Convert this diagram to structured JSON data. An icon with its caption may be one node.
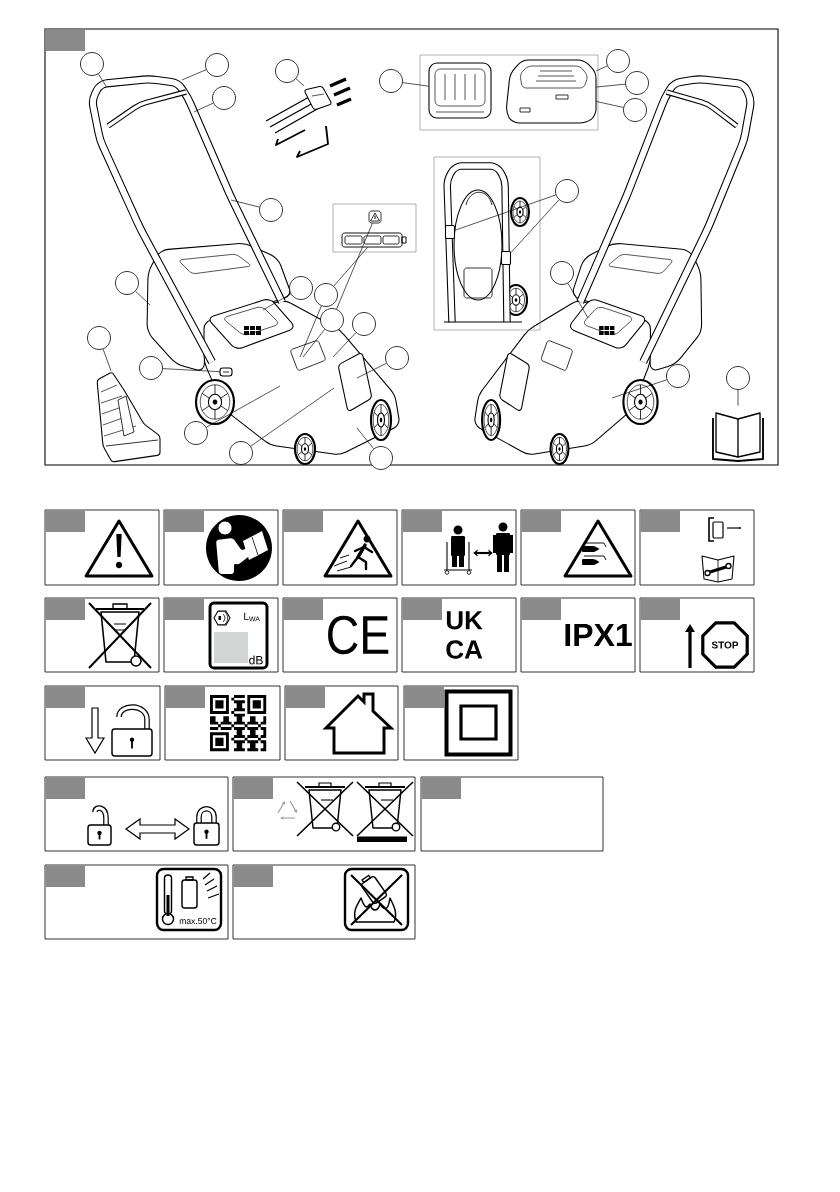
{
  "diagram": {
    "nodes": [
      {
        "text": [],
        "shape": "circle"
      },
      {
        "text": [],
        "shape": "circle"
      },
      {
        "text": [],
        "shape": "circle"
      },
      {
        "text": [],
        "shape": "circle"
      },
      {
        "text": [],
        "shape": "picture"
      },
      {
        "text": [],
        "shape": "picture"
      },
      {
        "text": [],
        "shape": "circle"
      },
      {
        "text": [],
        "shape": "circle"
      },
      {
        "text": [],
        "shape": "circle"
      },
      {
        "text": [],
        "shape": "circle"
      },
      {
        "text": [],
        "shape": "circle"
      },
      {
        "text": [],
        "shape": "circle"
      },
      {
        "text": [],
        "shape": "picture"
      },
      {
        "text": [],
        "shape": "box"
      },
      {
        "text": [],
        "shape": "picture"
      },
      {
        "text": [],
        "shape": "box"
      },
      {
        "text": [],
        "shape": "circle"
      },
      {
        "text": [],
        "shape": "circle"
      },
      {
        "text": [],
        "shape": "circle"
      },
      {
        "text": [],
        "shape": "circle"
      },
      {
        "text": [],
        "shape": "circle"
      },
      {
        "text": [],
        "shape": "circle"
      },
      {
        "text": [],
        "shape": "circle"
      },
      {
        "text": [],
        "shape": "circle"
      },
      {
        "text": [],
        "shape": "circle"
      },
      {
        "text": [],
        "shape": "picture"
      },
      {
        "text": [],
        "shape": "circle"
      },
      {
        "text": [],
        "shape": "circle"
      },
      {
        "text": [],
        "shape": "picture"
      },
      {
        "text": [],
        "shape": "circle"
      },
      {
        "text": [],
        "shape": "circle"
      },
      {
        "text": [],
        "shape": "circle"
      },
      {
        "text": [
          "STOP"
        ]
      },
      {
        "text": [],
        "shape": "picture"
      },
      {
        "text": [],
        "shape": "picture"
      }
    ],
    "edges": [
      {
        "from": 0,
        "to": null,
        "arrow": "none"
      },
      {
        "from": 1,
        "to": null,
        "arrow": "none"
      },
      {
        "from": 2,
        "to": 33,
        "arrow": "none"
      },
      {
        "from": 3,
        "to": 4,
        "arrow": "none"
      },
      {
        "from": 6,
        "to": 5,
        "arrow": "none"
      },
      {
        "from": 7,
        "to": 5,
        "arrow": "none"
      },
      {
        "from": 8,
        "to": null,
        "arrow": "none"
      },
      {
        "from": 9,
        "to": 5,
        "arrow": "none"
      },
      {
        "from": 10,
        "to": 13,
        "arrow": "none"
      },
      {
        "from": 10,
        "to": 15,
        "arrow": "none"
      },
      {
        "from": 11,
        "to": null,
        "arrow": "none"
      },
      {
        "from": 16,
        "to": null,
        "arrow": "none"
      },
      {
        "from": 17,
        "to": null,
        "arrow": "none"
      },
      {
        "from": 18,
        "to": null,
        "arrow": "none"
      },
      {
        "from": 19,
        "to": 14,
        "arrow": "none"
      },
      {
        "from": 19,
        "to": null,
        "arrow": "none"
      },
      {
        "from": 20,
        "to": 12,
        "arrow": "none"
      },
      {
        "from": 20,
        "to": null,
        "arrow": "none"
      },
      {
        "from": 21,
        "to": null,
        "arrow": "none"
      },
      {
        "from": 22,
        "to": 25,
        "arrow": "none"
      },
      {
        "from": 23,
        "to": null,
        "arrow": "none"
      },
      {
        "from": 24,
        "to": 34,
        "arrow": "none"
      },
      {
        "from": 26,
        "to": null,
        "arrow": "none"
      },
      {
        "from": 27,
        "to": 28,
        "arrow": "none"
      },
      {
        "from": 29,
        "to": null,
        "arrow": "none"
      },
      {
        "from": 30,
        "to": null,
        "arrow": "none"
      },
      {
        "from": 31,
        "to": null,
        "arrow": "none"
      }
    ],
    "labels": [
      "L$_{WA}$",
      "dB",
      "CE",
      "UK CA",
      "IPX1",
      "max.50°C"
    ]
  }
}
